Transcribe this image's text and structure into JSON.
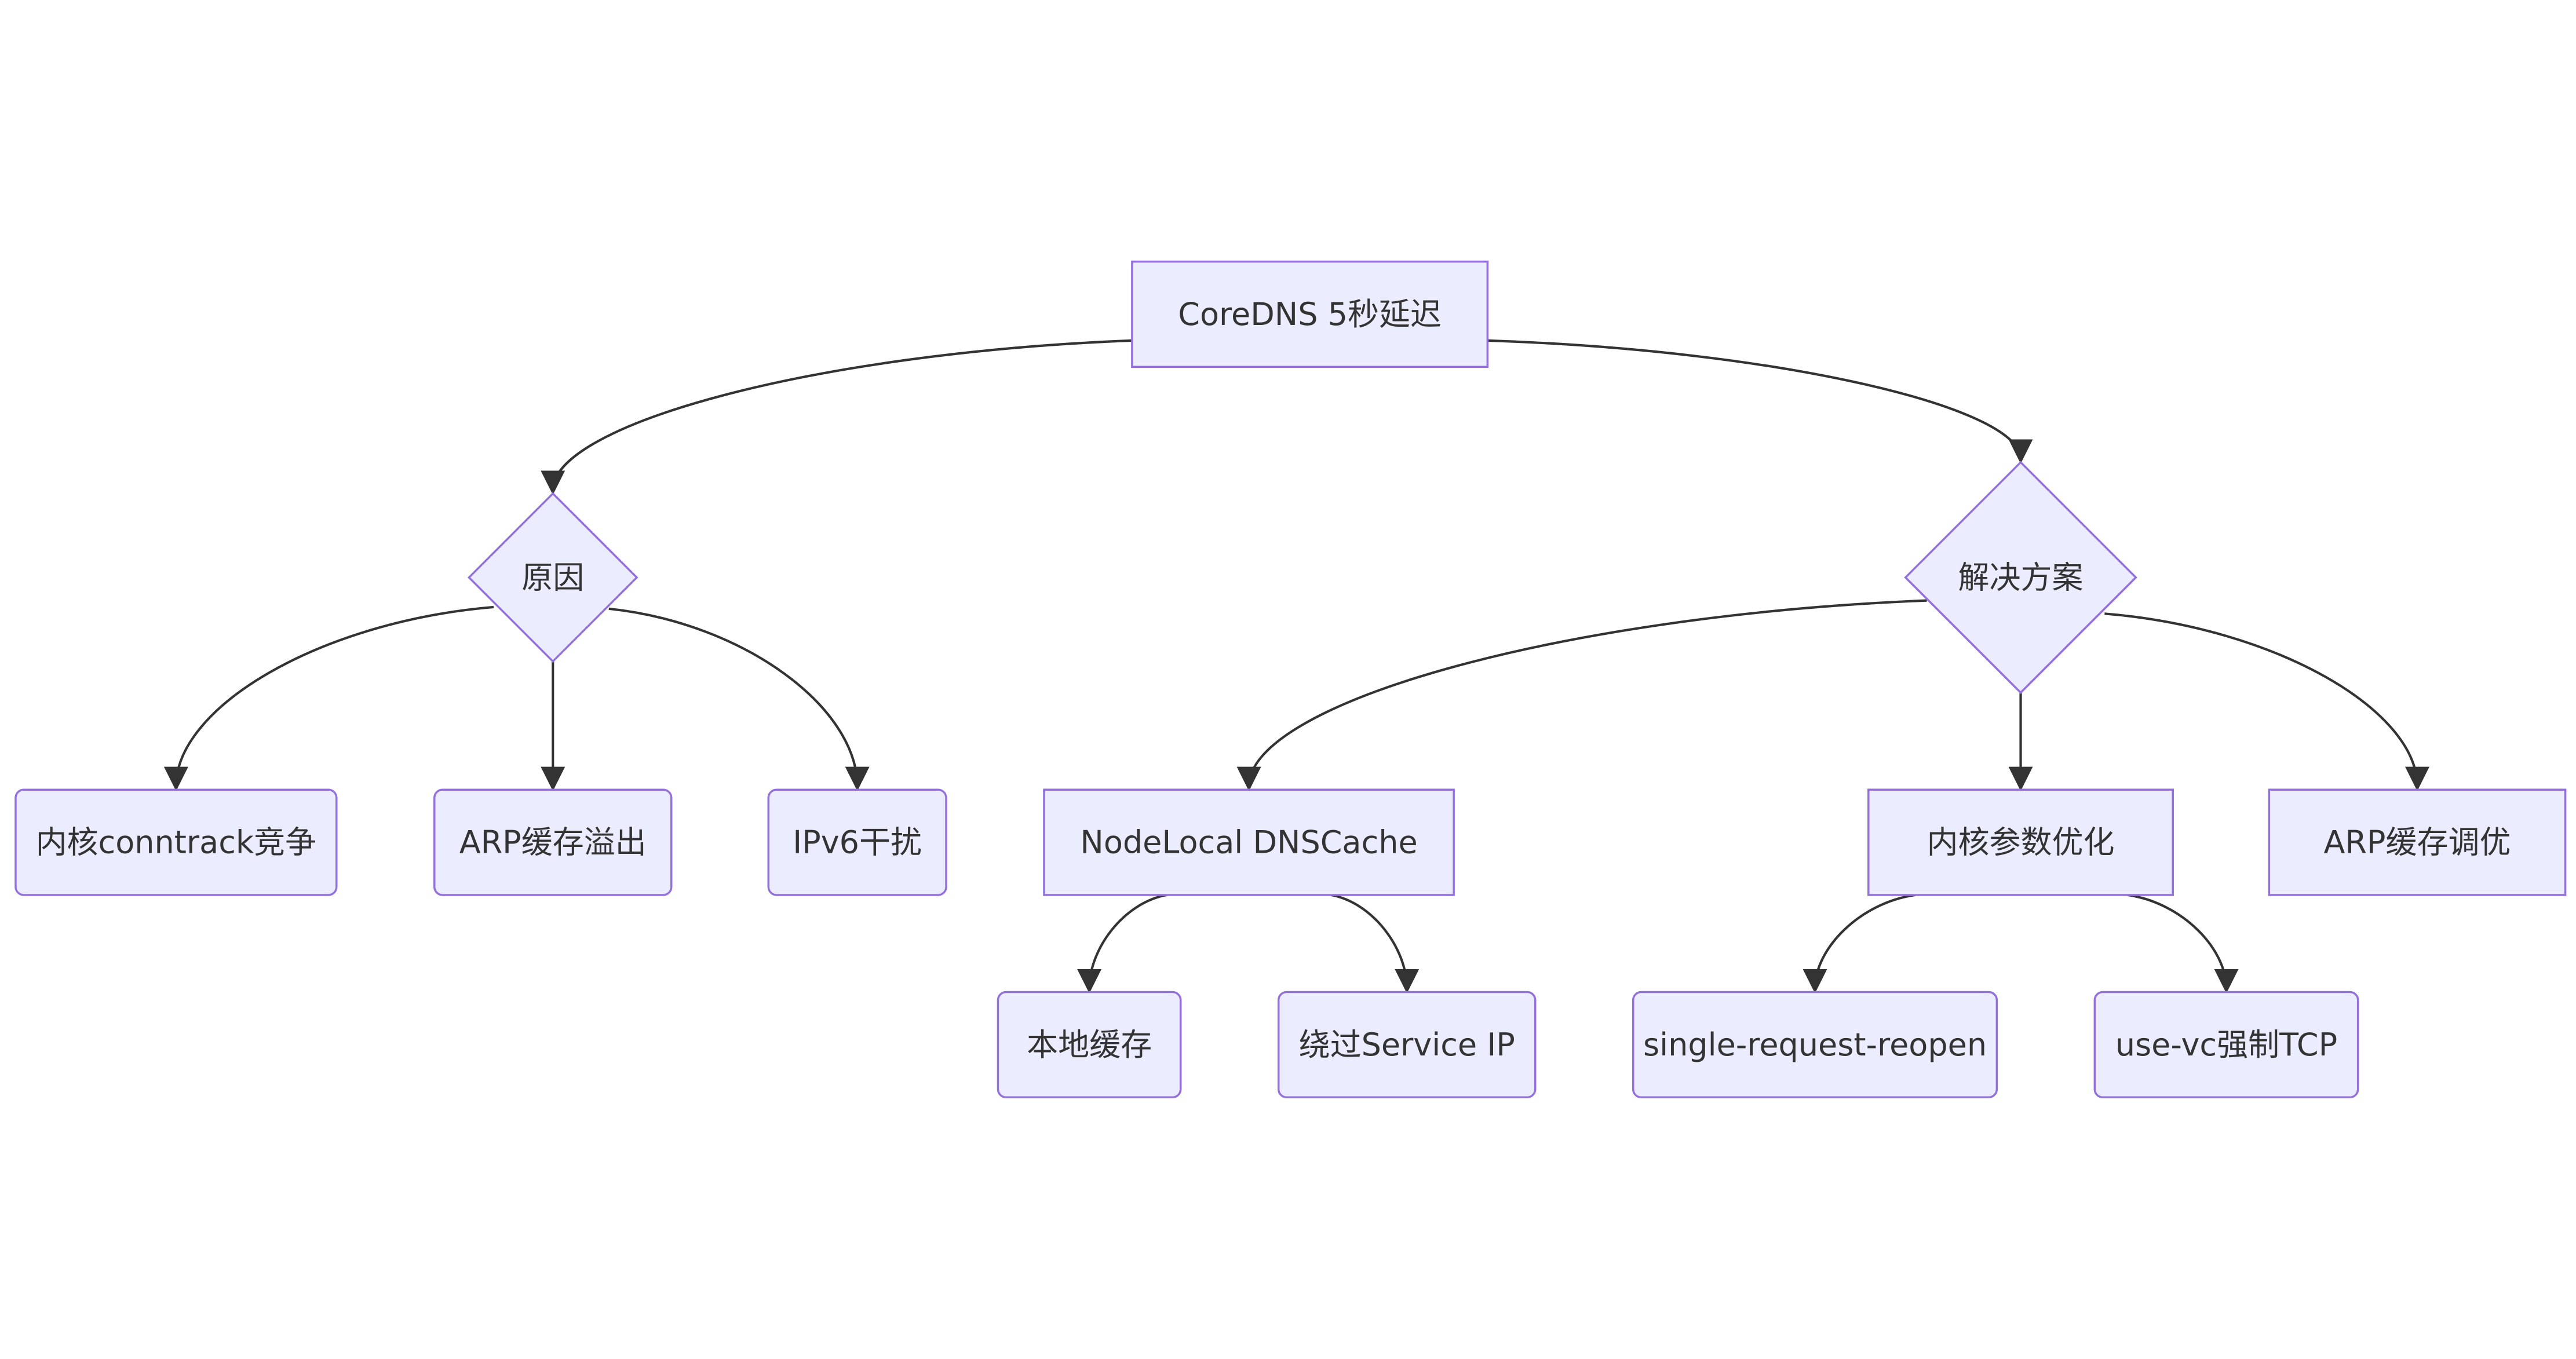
{
  "diagram": {
    "type": "flowchart",
    "colors": {
      "node_fill": "#ECECFF",
      "node_stroke": "#9370DB",
      "edge": "#333333",
      "text": "#333333",
      "background": "#FFFFFF"
    },
    "nodes": {
      "root": {
        "label": "CoreDNS 5秒延迟",
        "shape": "rect"
      },
      "cause": {
        "label": "原因",
        "shape": "diamond"
      },
      "solution": {
        "label": "解决方案",
        "shape": "diamond"
      },
      "conntrack": {
        "label": "内核conntrack竞争",
        "shape": "rounded"
      },
      "arp_overflow": {
        "label": "ARP缓存溢出",
        "shape": "rounded"
      },
      "ipv6": {
        "label": "IPv6干扰",
        "shape": "rounded"
      },
      "nodelocal": {
        "label": "NodeLocal DNSCache",
        "shape": "rect"
      },
      "kernel_tune": {
        "label": "内核参数优化",
        "shape": "rect"
      },
      "arp_tune": {
        "label": "ARP缓存调优",
        "shape": "rect"
      },
      "local_cache": {
        "label": "本地缓存",
        "shape": "rounded"
      },
      "bypass_ip": {
        "label": "绕过Service IP",
        "shape": "rounded"
      },
      "single_request": {
        "label": "single-request-reopen",
        "shape": "rounded"
      },
      "use_vc": {
        "label": "use-vc强制TCP",
        "shape": "rounded"
      }
    },
    "edges": [
      {
        "from": "root",
        "to": "cause"
      },
      {
        "from": "root",
        "to": "solution"
      },
      {
        "from": "cause",
        "to": "conntrack"
      },
      {
        "from": "cause",
        "to": "arp_overflow"
      },
      {
        "from": "cause",
        "to": "ipv6"
      },
      {
        "from": "solution",
        "to": "nodelocal"
      },
      {
        "from": "solution",
        "to": "kernel_tune"
      },
      {
        "from": "solution",
        "to": "arp_tune"
      },
      {
        "from": "nodelocal",
        "to": "local_cache"
      },
      {
        "from": "nodelocal",
        "to": "bypass_ip"
      },
      {
        "from": "kernel_tune",
        "to": "single_request"
      },
      {
        "from": "kernel_tune",
        "to": "use_vc"
      }
    ]
  }
}
